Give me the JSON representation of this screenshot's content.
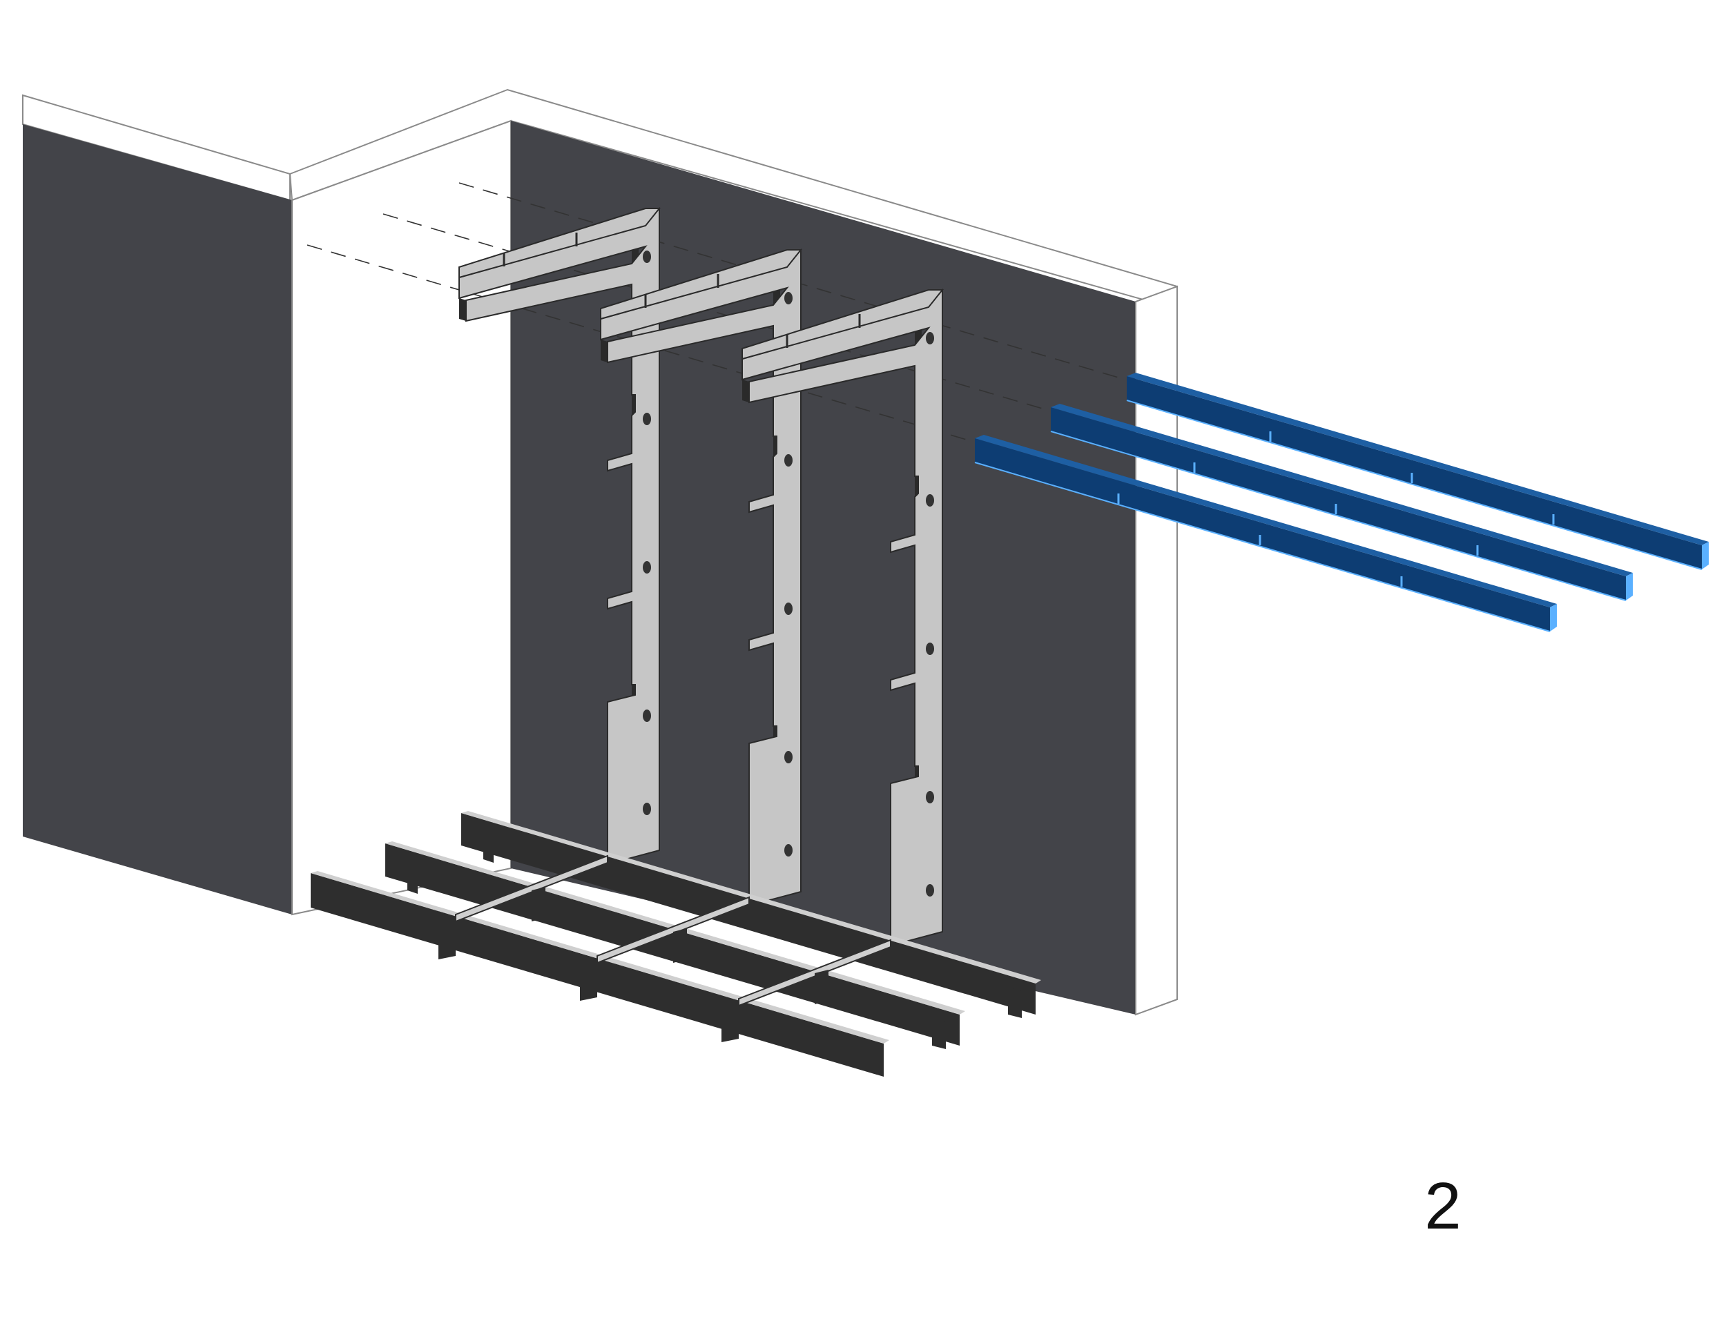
{
  "step_number": "2",
  "colors": {
    "wall_face": "#434449",
    "wall_top": "#ffffff",
    "wall_edge": "#8a8a8a",
    "bracket_fill": "#c6c6c6",
    "bracket_edge": "#2a2a2a",
    "grid_fill": "#2e2e2e",
    "grid_highlight": "#cfcfcf",
    "rail_fill": "#0d3d73",
    "rail_highlight": "#5ab0ff",
    "guide_line": "#333333"
  },
  "parts": {
    "wall": "wall-assembly",
    "brackets": [
      "bracket-1",
      "bracket-2",
      "bracket-3"
    ],
    "rails": [
      "rail-1",
      "rail-2",
      "rail-3"
    ],
    "floor_grid": "floor-grid"
  }
}
